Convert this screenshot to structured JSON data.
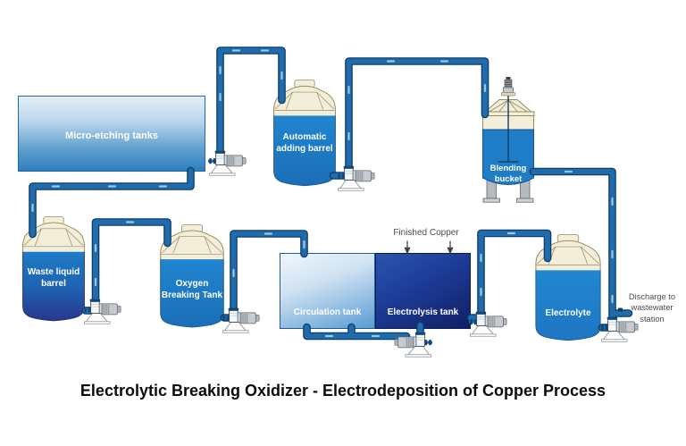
{
  "title": "Electrolytic Breaking Oxidizer - Electrodeposition of Copper Process",
  "tanks": {
    "micro_etching": {
      "label": "Micro-etching tanks"
    },
    "automatic_adding_barrel": {
      "label": "Automatic adding barrel"
    },
    "blending_bucket": {
      "label": "Blending bucket"
    },
    "waste_liquid_barrel": {
      "label": "Waste liquid barrel"
    },
    "oxygen_breaking_tank": {
      "label": "Oxygen Breaking Tank"
    },
    "circulation_tank": {
      "label": "Circulation tank"
    },
    "electrolysis_tank": {
      "label": "Electrolysis tank"
    },
    "electrolyte": {
      "label": "Electrolyte"
    }
  },
  "annotations": {
    "finished_copper": "Finished Copper",
    "discharge_wastewater": "Discharge to wastewater station"
  },
  "colors": {
    "pipe": "#1e6cab",
    "pipe-dark": "#0e3c68",
    "pipe-tick": "#9cc6ea",
    "tank-blue": "#1f7dc7",
    "cream": "#f3eeda",
    "cream-border": "#9a8c60",
    "electrolysis-navy": "#1d3d99",
    "waste-navy": "#2a2e86",
    "annotation-gray": "#4d4d4d",
    "title-color": "#0a0a0a"
  }
}
